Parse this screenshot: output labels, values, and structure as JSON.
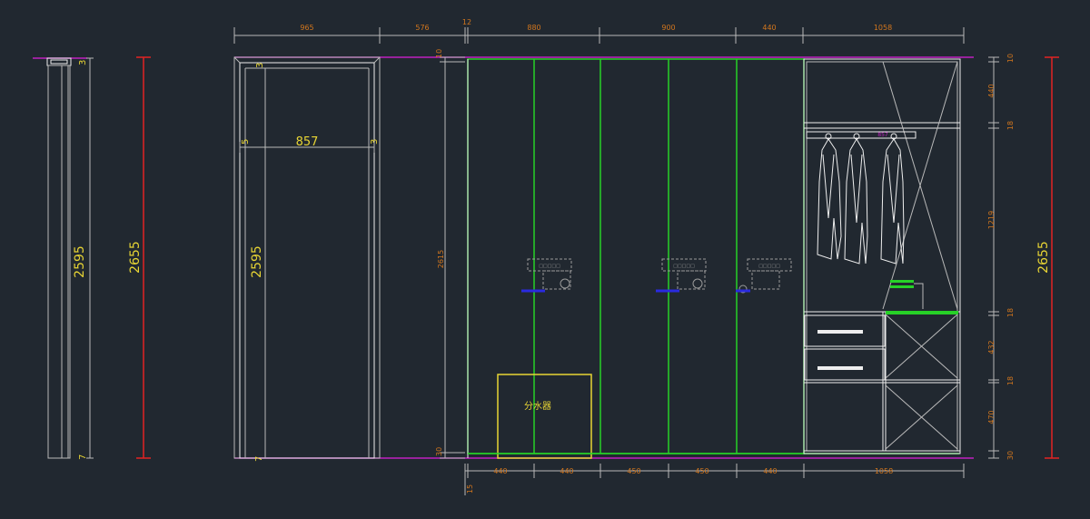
{
  "colors": {
    "background": "#212830",
    "outline": "#b9b9b9",
    "white": "#eeeeee",
    "panel_green": "#27d127",
    "magenta": "#c020c0",
    "red": "#e32222",
    "dim_text": "#d2761d",
    "yellow": "#e8d534",
    "blue": "#2a2ae0"
  },
  "dims": {
    "top": [
      "965",
      "576",
      "12",
      "880",
      "900",
      "440",
      "1058"
    ],
    "bottom": [
      "440",
      "440",
      "450",
      "450",
      "440",
      "1058"
    ],
    "bottom_offset": "15",
    "left_height_1": "2595",
    "left_height_2": "2655",
    "door_height": "2595",
    "door_width": "857",
    "small_marks": [
      "3",
      "5",
      "3",
      "7",
      "7"
    ],
    "middle_height": "2615",
    "middle_top": "10",
    "middle_bottom": "30",
    "right_stack": [
      "10",
      "440",
      "18",
      "1219",
      "18",
      "432",
      "18",
      "470",
      "30"
    ],
    "right_total": "2655",
    "rail_label": "857"
  },
  "labels": {
    "water_divider": "分水器",
    "handle_tag": "□□□□□"
  }
}
